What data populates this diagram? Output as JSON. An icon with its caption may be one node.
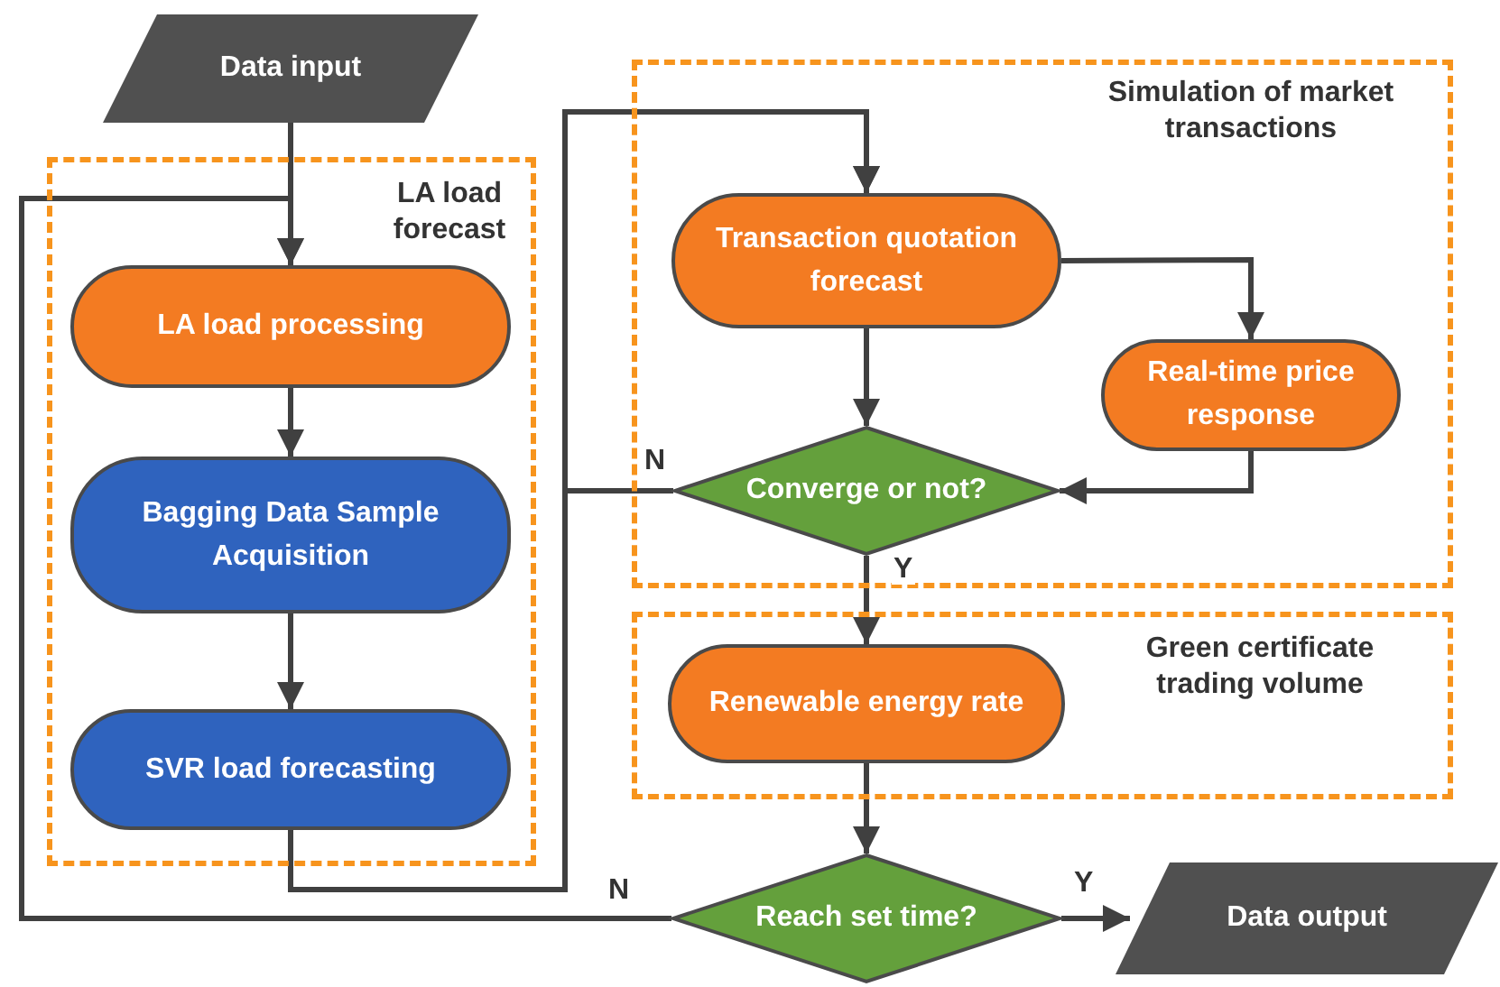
{
  "diagram": {
    "nodes": [
      {
        "text": [
          "Data input"
        ]
      },
      {
        "text": [
          "LA load forecast"
        ]
      },
      {
        "text": [
          "LA load processing"
        ],
        "in": 1
      },
      {
        "text": [
          "Bagging Data Sample Acquisition"
        ],
        "in": 1
      },
      {
        "text": [
          "SVR load forecasting"
        ],
        "in": 1
      },
      {
        "text": [
          "Simulation of market transactions"
        ]
      },
      {
        "text": [
          "Transaction quotation forecast"
        ],
        "in": 5
      },
      {
        "text": [
          "Real-time price response"
        ],
        "in": 5
      },
      {
        "text": [
          "Converge or not?"
        ],
        "in": 5
      },
      {
        "text": [
          "Green certificate trading volume"
        ]
      },
      {
        "text": [
          "Renewable energy rate"
        ],
        "in": 9
      },
      {
        "text": [
          "Reach set time?"
        ]
      },
      {
        "text": [
          "Data output"
        ]
      }
    ],
    "edges": [
      {
        "from": 0,
        "to": 2,
        "arrow": "to"
      },
      {
        "from": 2,
        "to": 3,
        "arrow": "to"
      },
      {
        "from": 3,
        "to": 4,
        "arrow": "to"
      },
      {
        "from": 4,
        "to": 6,
        "arrow": "to"
      },
      {
        "from": 6,
        "to": 7,
        "arrow": "to"
      },
      {
        "from": 6,
        "to": 8,
        "arrow": "to"
      },
      {
        "from": 7,
        "to": 8,
        "arrow": "to"
      },
      {
        "from": 8,
        "to": 6,
        "arrow": "to",
        "label": "N"
      },
      {
        "from": 8,
        "to": 10,
        "arrow": "to",
        "label": "Y"
      },
      {
        "from": 10,
        "to": 11,
        "arrow": "to"
      },
      {
        "from": 11,
        "to": 2,
        "arrow": "to",
        "label": "N"
      },
      {
        "from": 11,
        "to": 12,
        "arrow": "to",
        "label": "Y"
      }
    ]
  }
}
